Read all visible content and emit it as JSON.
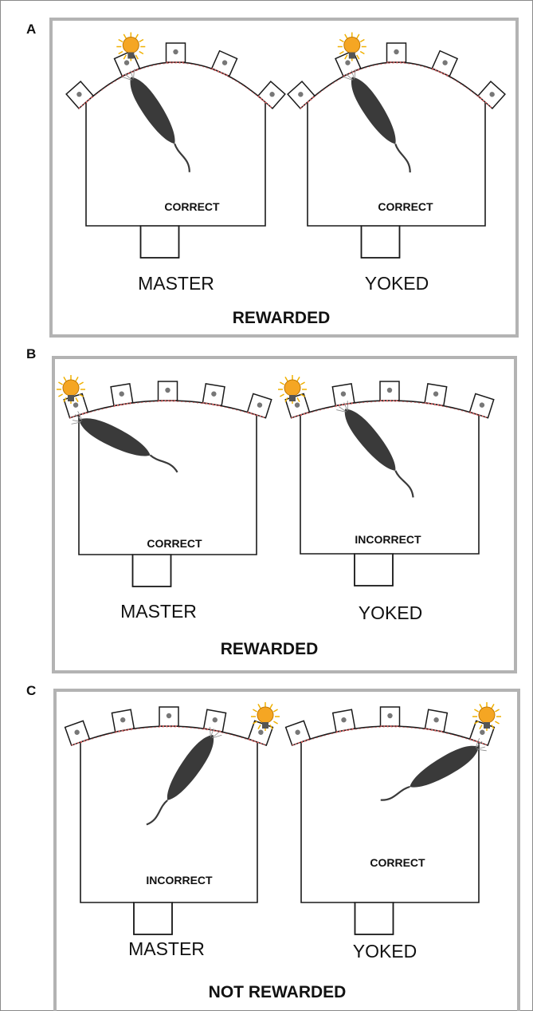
{
  "panels": [
    {
      "letter": "A",
      "verdict": "REWARDED",
      "boxes": [
        {
          "role": "MASTER",
          "outcome": "CORRECT",
          "lit_port": 1,
          "rat_port": 1
        },
        {
          "role": "YOKED",
          "outcome": "CORRECT",
          "lit_port": 1,
          "rat_port": 1
        }
      ]
    },
    {
      "letter": "B",
      "verdict": "REWARDED",
      "boxes": [
        {
          "role": "MASTER",
          "outcome": "CORRECT",
          "lit_port": 0,
          "rat_port": 0
        },
        {
          "role": "YOKED",
          "outcome": "INCORRECT",
          "lit_port": 0,
          "rat_port": 1
        }
      ]
    },
    {
      "letter": "C",
      "verdict": "NOT REWARDED",
      "boxes": [
        {
          "role": "MASTER",
          "outcome": "INCORRECT",
          "lit_port": 4,
          "rat_port": 3
        },
        {
          "role": "YOKED",
          "outcome": "CORRECT",
          "lit_port": 4,
          "rat_port": 4
        }
      ]
    }
  ],
  "colors": {
    "frame": "#b3b3b3",
    "outline": "#1a1a1a",
    "hole_dash": "#e06060",
    "bulb": "#f5a623",
    "rays": "#f0b000",
    "rat": "#3a3a3a"
  },
  "icons": [
    "light-bulb-icon",
    "rat-icon",
    "nose-poke-port-icon"
  ]
}
